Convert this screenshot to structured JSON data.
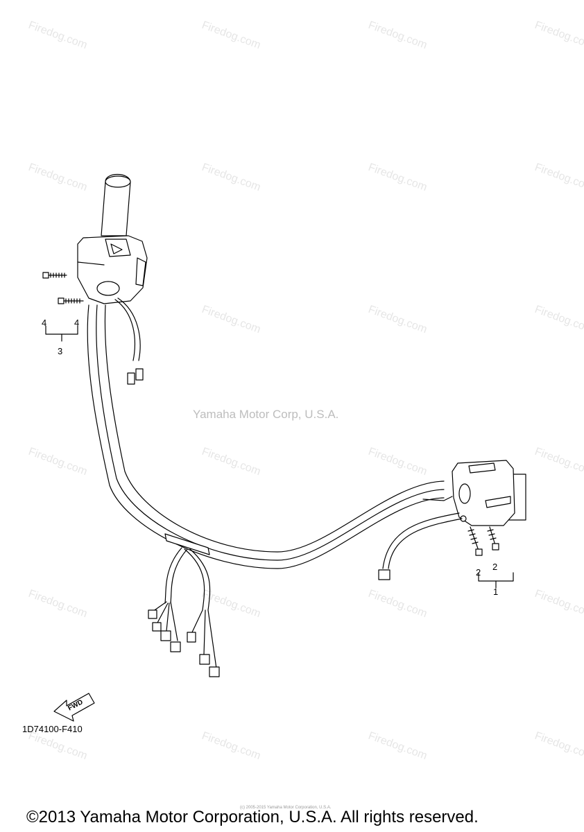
{
  "watermark": {
    "site_text": "Firedog.com",
    "corp_text": "Yamaha Motor Corp, U.S.A."
  },
  "callouts": [
    "1",
    "2",
    "2",
    "3",
    "4",
    "4"
  ],
  "part_number": "1D74100-F410",
  "fwd_label": "FWD",
  "tiny_copyright": "(c) 2005-2015 Yamaha Motor Corporation, U.S.A.",
  "footer": {
    "copyright": "©2013 Yamaha Motor Corporation, U.S.A. All rights reserved."
  }
}
